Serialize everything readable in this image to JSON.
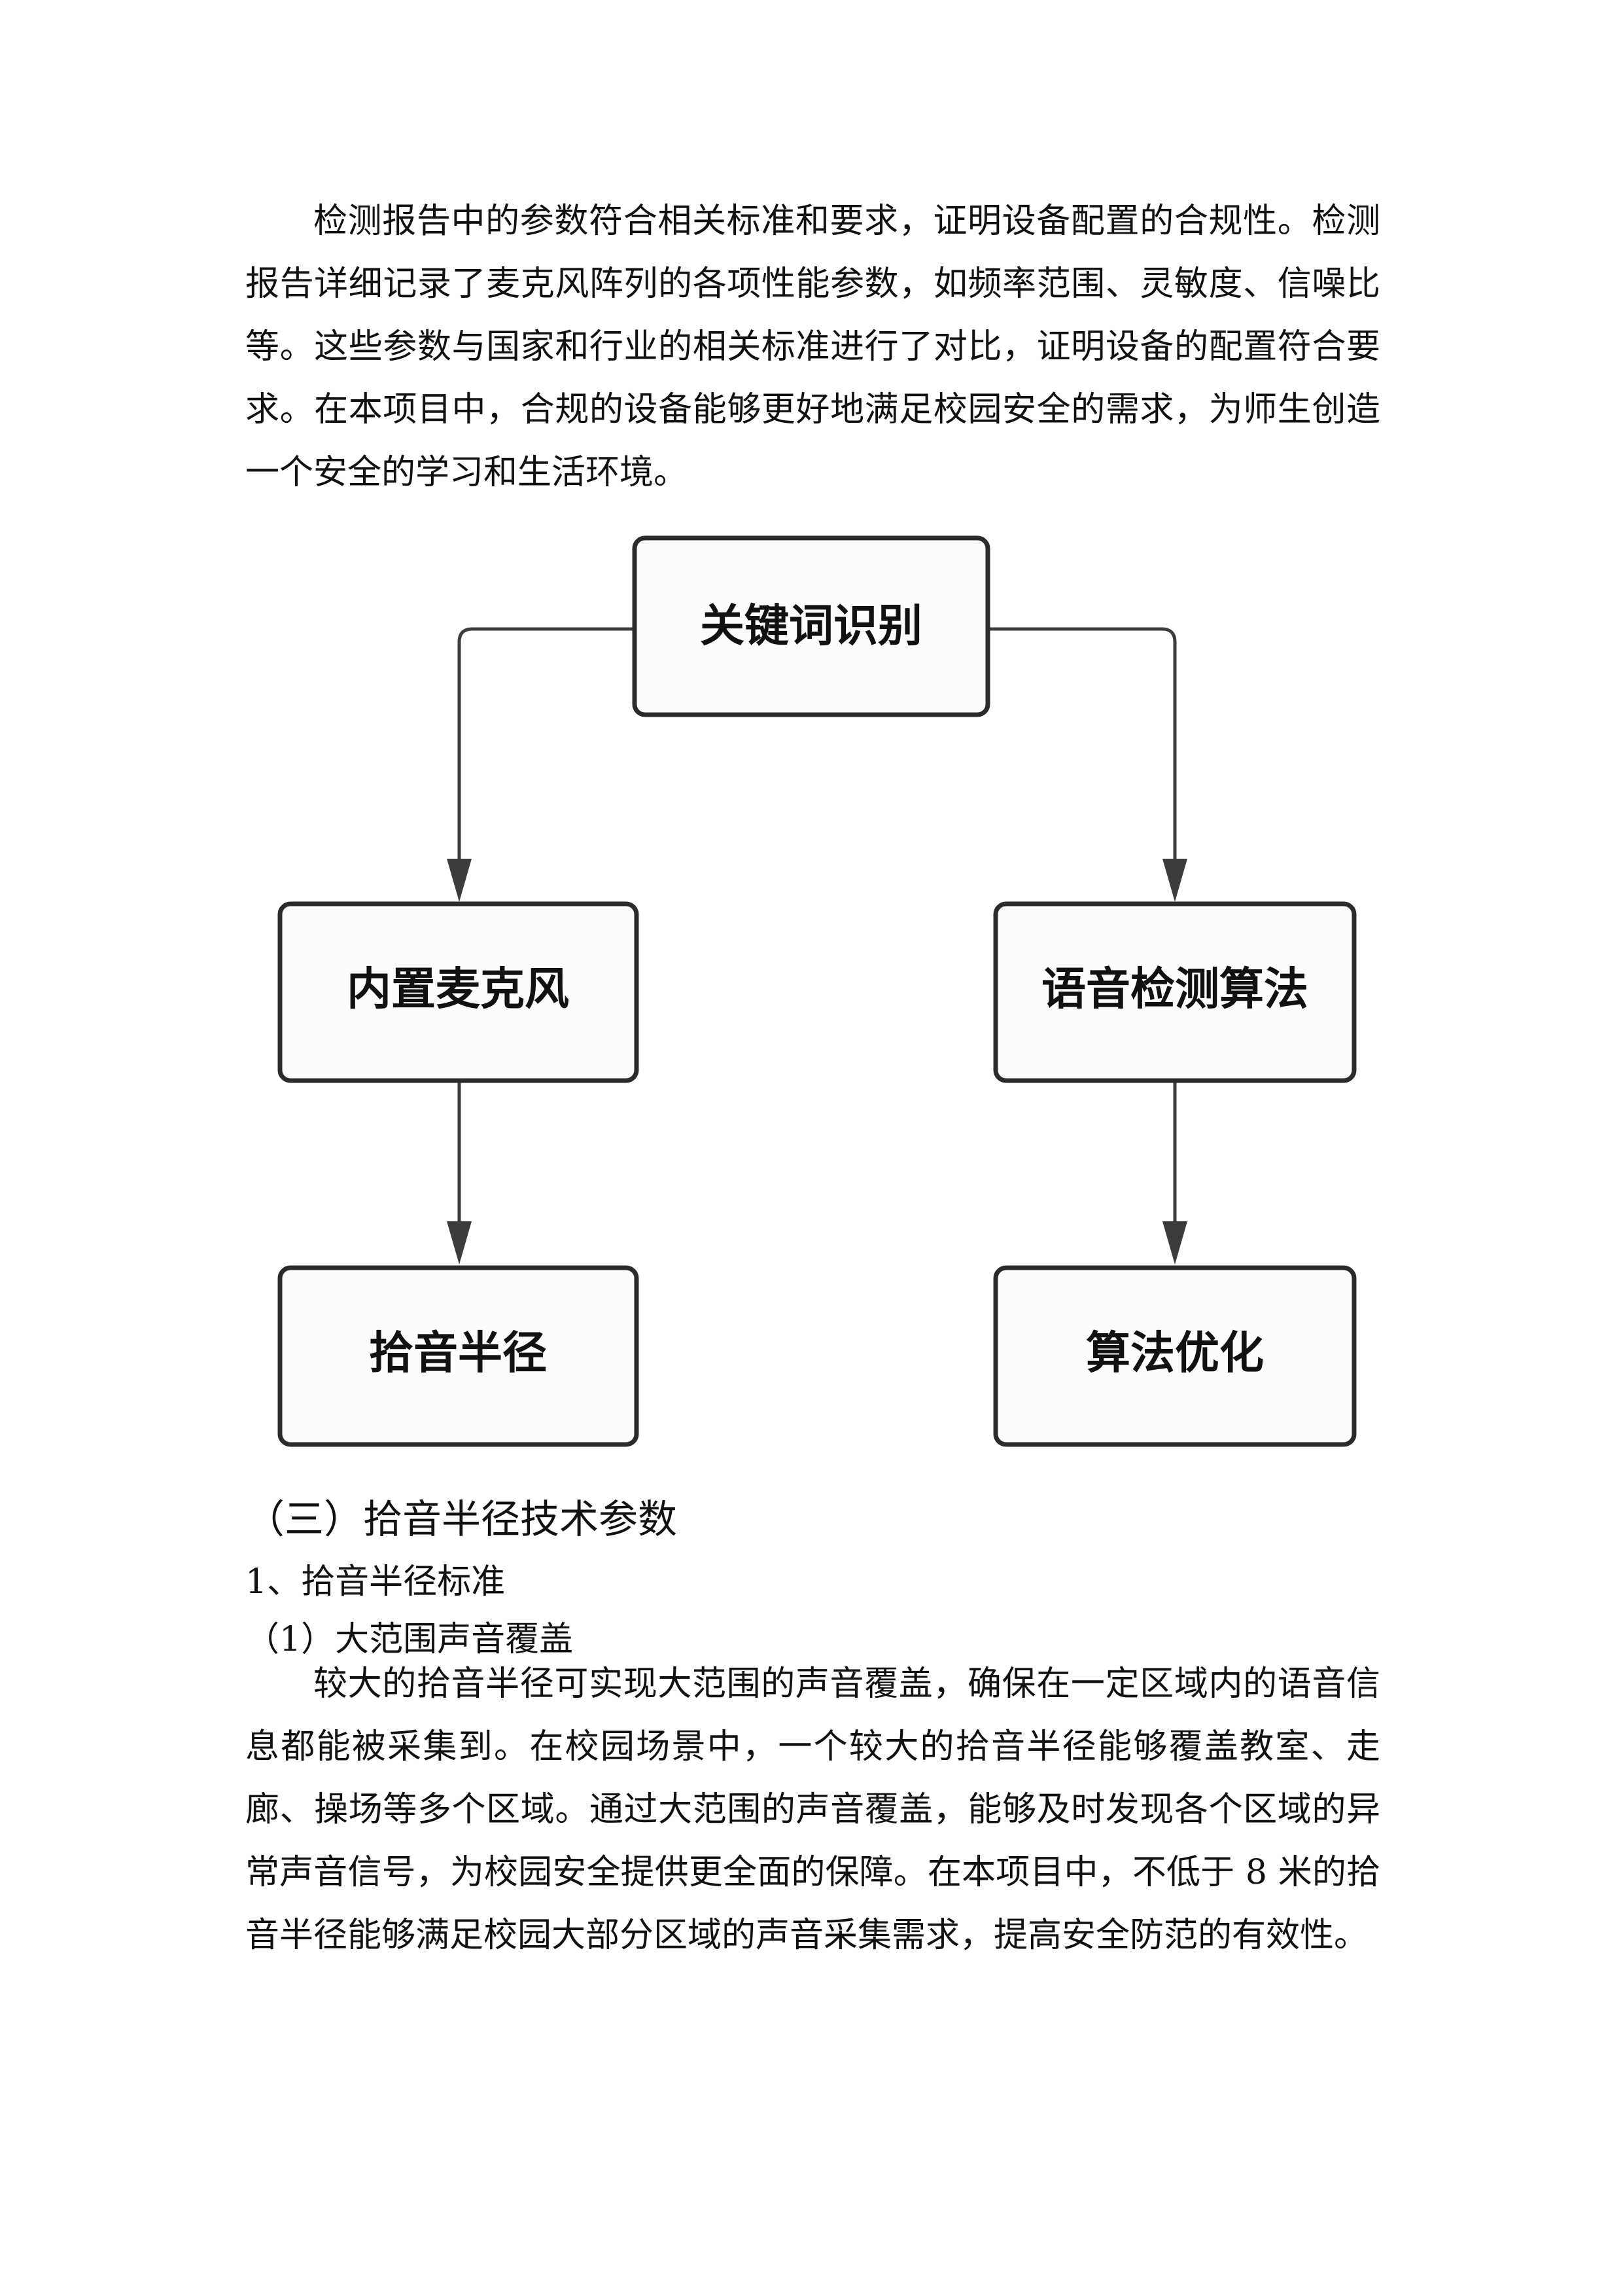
{
  "paragraphs": {
    "intro": "检测报告中的参数符合相关标准和要求，证明设备配置的合规性。检测报告详细记录了麦克风阵列的各项性能参数，如频率范围、灵敏度、信噪比等。这些参数与国家和行业的相关标准进行了对比，证明设备的配置符合要求。在本项目中，合规的设备能够更好地满足校园安全的需求，为师生创造一个安全的学习和生活环境。",
    "coverage": "较大的拾音半径可实现大范围的声音覆盖，确保在一定区域内的语音信息都能被采集到。在校园场景中，一个较大的拾音半径能够覆盖教室、走廊、操场等多个区域。通过大范围的声音覆盖，能够及时发现各个区域的异常声音信号，为校园安全提供更全面的保障。在本项目中，不低于 8 米的拾音半径能够满足校园大部分区域的声音采集需求，提高安全防范的有效性。"
  },
  "flowchart": {
    "root": "关键词识别",
    "left": "内置麦克风",
    "right": "语音检测算法",
    "left_child": "拾音半径",
    "right_child": "算法优化"
  },
  "headings": {
    "section": "（三）拾音半径技术参数",
    "sub1": "1、拾音半径标准",
    "sub2": "（1）大范围声音覆盖"
  }
}
